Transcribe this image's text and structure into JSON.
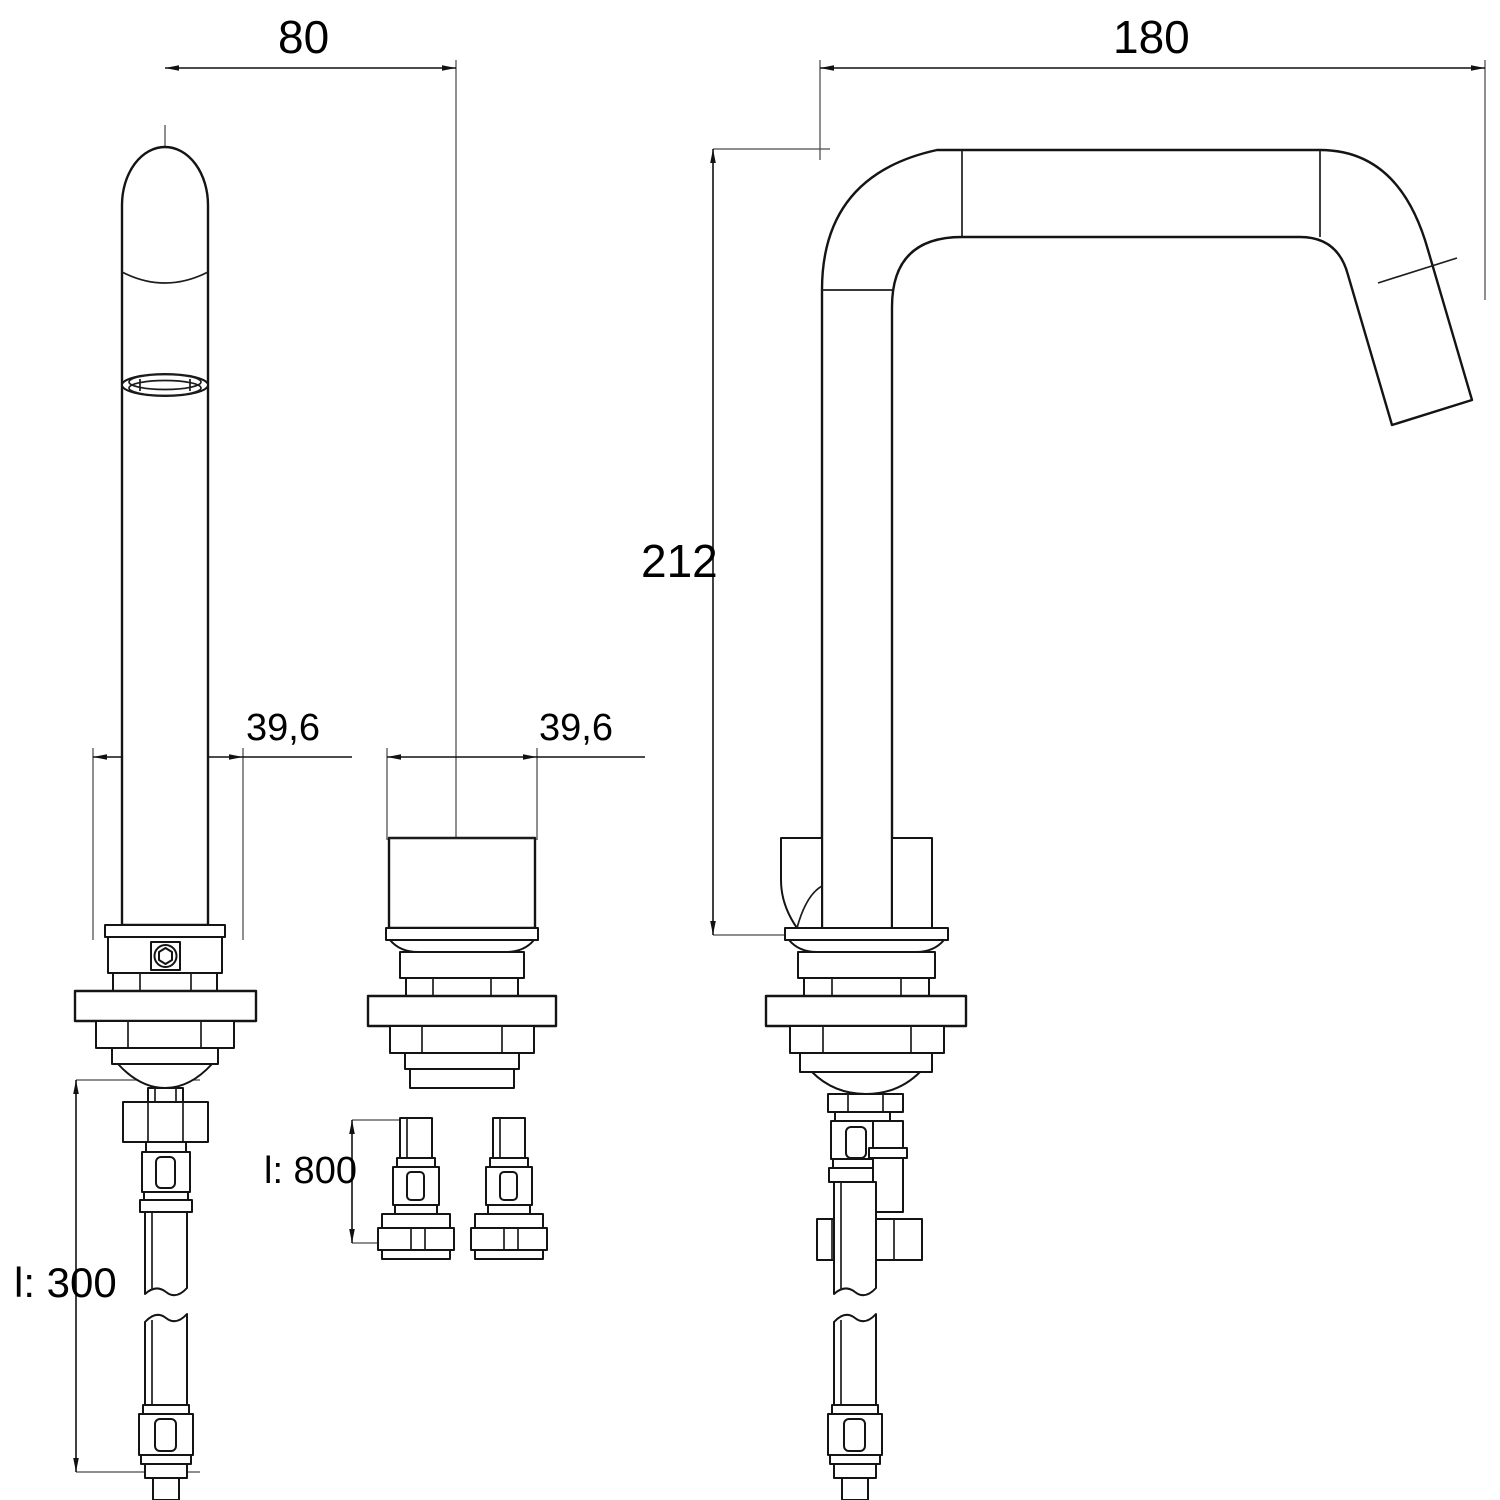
{
  "drawing": {
    "title": "Faucet technical dimension drawing",
    "type": "engineering-line-drawing",
    "units": "mm",
    "line_color": "#1a1a1a",
    "thin_line_color": "#555555",
    "background": "#ffffff"
  },
  "dimensions": {
    "spout_width": {
      "label": "80",
      "value": 80,
      "orientation": "horizontal"
    },
    "spout_reach": {
      "label": "180",
      "value": 180,
      "orientation": "horizontal"
    },
    "spout_height": {
      "label": "212",
      "value": 212,
      "orientation": "vertical"
    },
    "handle_diameter_left": {
      "label": "39,6",
      "value": 39.6,
      "orientation": "horizontal"
    },
    "handle_diameter_right": {
      "label": "39,6",
      "value": 39.6,
      "orientation": "horizontal"
    },
    "hose_length_long": {
      "label": "l: 300",
      "value": 300,
      "orientation": "vertical"
    },
    "hose_length_short": {
      "label": "l: 800",
      "value": 800,
      "orientation": "vertical"
    }
  },
  "views": [
    {
      "name": "front-view-spout",
      "description": "Front elevation of the spout column with aerator and mounting base"
    },
    {
      "name": "front-view-handle",
      "description": "Front elevation of the valve handle body with flange and two supply hoses"
    },
    {
      "name": "side-view-assembly",
      "description": "Side elevation of the complete assembly showing the 180 mm reach and 212 mm height"
    }
  ],
  "components": {
    "aerator": "aerator-ring",
    "grub_screw": "hex-grub-screw",
    "flange": "mounting-flange",
    "hose": "flexible-supply-hose",
    "hex_nut": "hex-nut-connector",
    "spout_tip": "angled-spout-outlet"
  }
}
